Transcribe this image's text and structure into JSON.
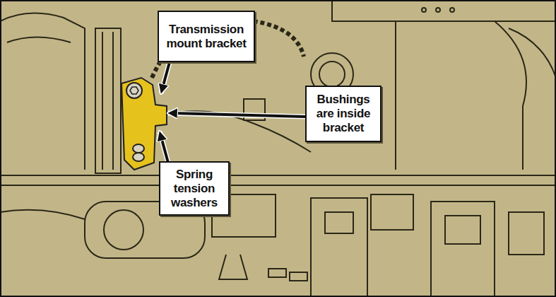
{
  "diagram": {
    "nodes": [
      {
        "text": [
          "Transmission mount bracket"
        ]
      },
      {
        "text": [
          "Bushings are inside bracket"
        ]
      },
      {
        "text": [
          "Spring tension washers"
        ]
      }
    ]
  }
}
